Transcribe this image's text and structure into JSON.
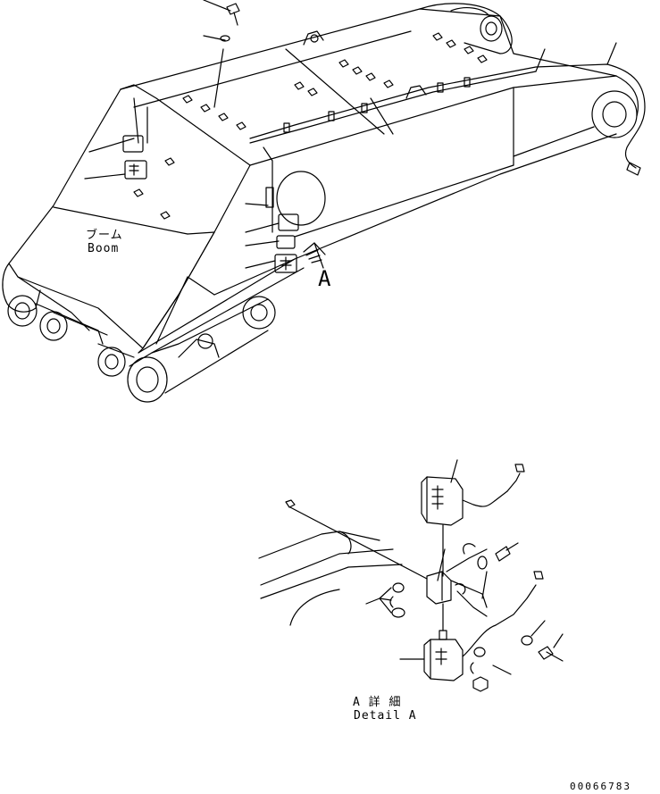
{
  "labels": {
    "boom_jp": "ブーム",
    "boom_en": "Boom",
    "view_marker": "A",
    "detail_jp": "A 詳 細",
    "detail_en": "Detail A",
    "catalog_no": "00066783"
  },
  "icons": {
    "view_arrow": "hatched-arrow-icon"
  }
}
